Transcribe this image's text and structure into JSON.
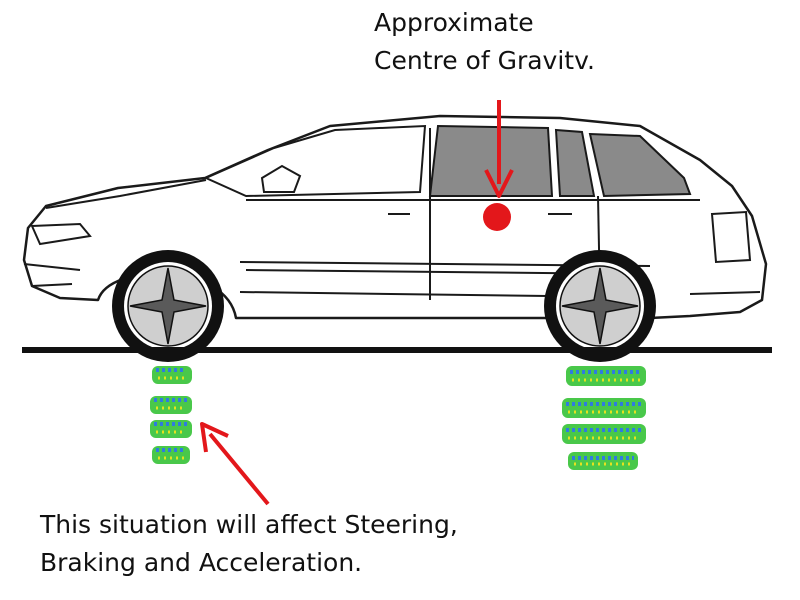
{
  "labels": {
    "cog_line1": "Approximate",
    "cog_line2": "Centre of Gravitv.",
    "situation_line1": "This situation will affect Steering,",
    "situation_line2": "Braking and Acceleration."
  },
  "colors": {
    "arrow": "#e3171b",
    "cog_dot": "#e3171b",
    "ground": "#111111",
    "tread_green": "#49c84a",
    "tread_blue": "#2f7be0",
    "tread_yellow": "#e6e21e",
    "window_tint": "#8a8a8a"
  },
  "icons": {
    "car": "station-wagon-side-view",
    "front_tyre_patch": "tyre-contact-patch-small",
    "rear_tyre_patch": "tyre-contact-patch-large"
  }
}
